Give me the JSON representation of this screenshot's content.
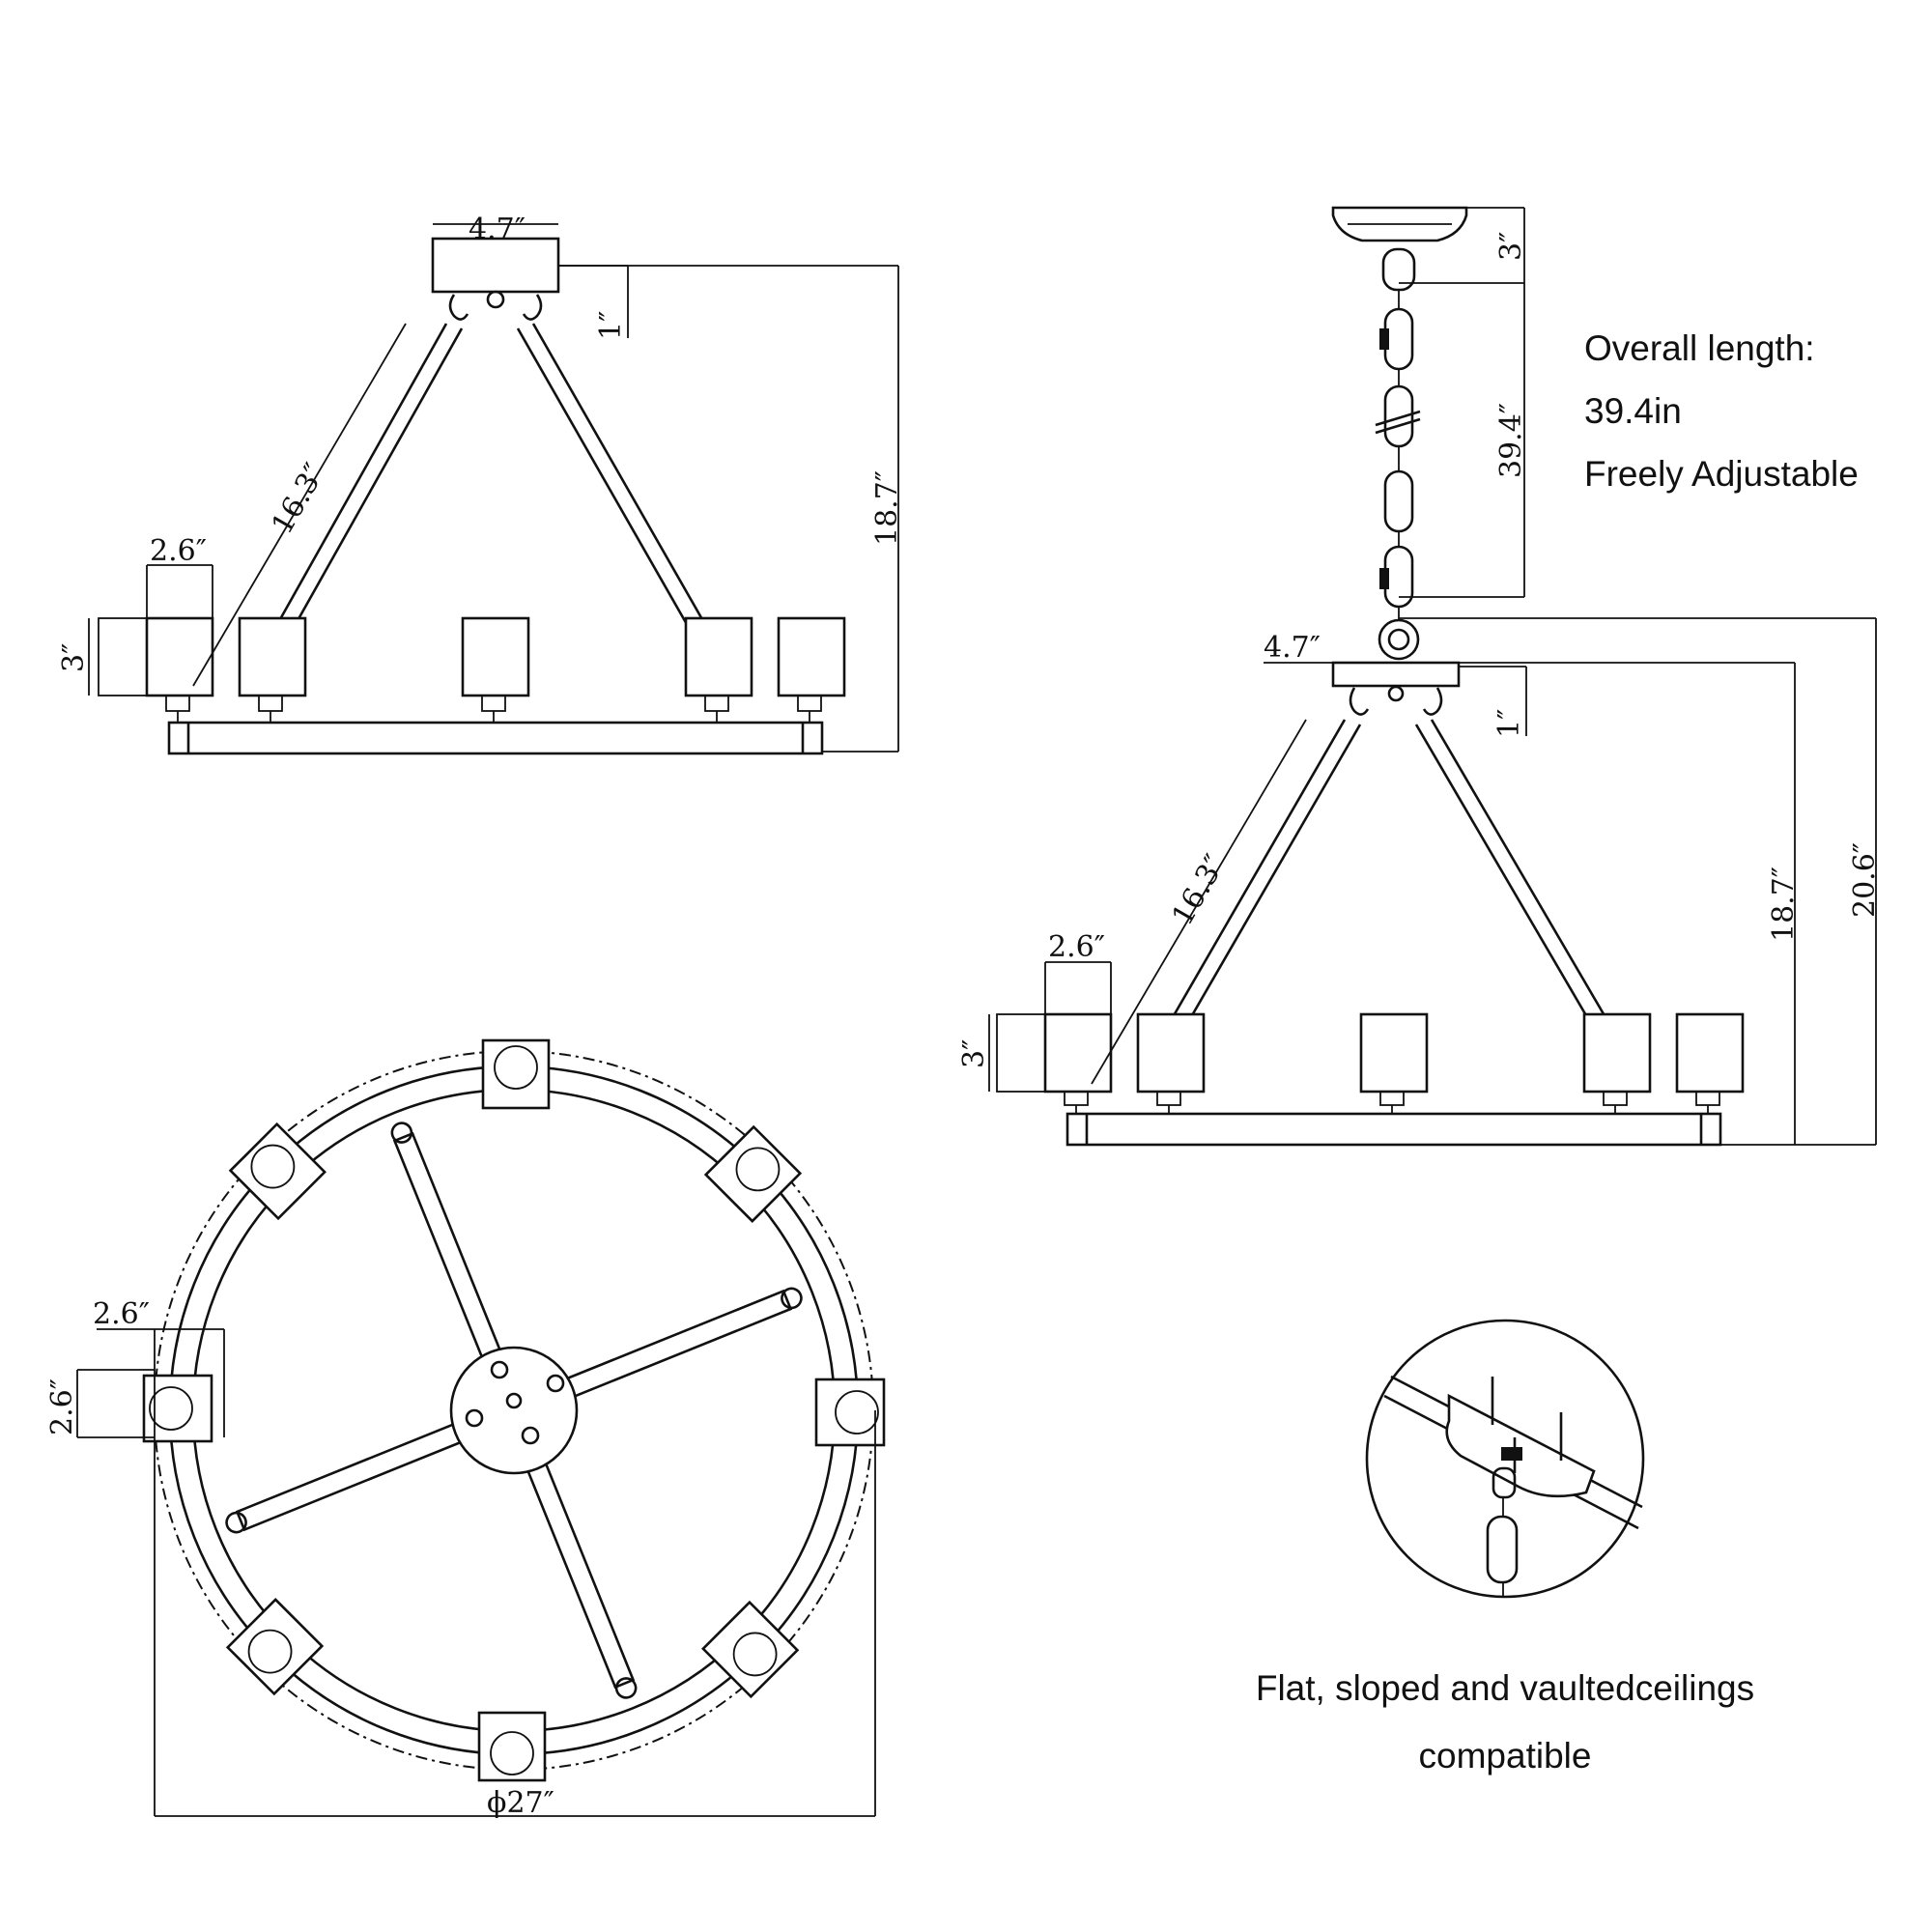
{
  "front_view": {
    "canopy_width": "4.7″",
    "canopy_drop": "1″",
    "arm_length": "16.3″",
    "overall_height": "18.7″",
    "shade_width": "2.6″",
    "shade_height": "3″"
  },
  "hanging_view": {
    "canopy_height": "3″",
    "chain_length": "39.4″",
    "canopy_width": "4.7″",
    "canopy_drop": "1″",
    "arm_length": "16.3″",
    "body_height": "18.7″",
    "overall_height": "20.6″",
    "shade_width": "2.6″",
    "shade_height": "3″"
  },
  "chain_note": {
    "line1": "Overall length:",
    "line2": "39.4in",
    "line3": "Freely Adjustable"
  },
  "top_view": {
    "shade_width": "2.6″",
    "shade_depth": "2.6″",
    "diameter": "ϕ27″"
  },
  "ceiling_note": {
    "line1": "Flat, sloped and vaultedceilings",
    "line2": "compatible"
  },
  "icons": [
    "chain-link-icon",
    "canopy-icon",
    "shade-icon",
    "sloped-ceiling-detail-icon"
  ]
}
